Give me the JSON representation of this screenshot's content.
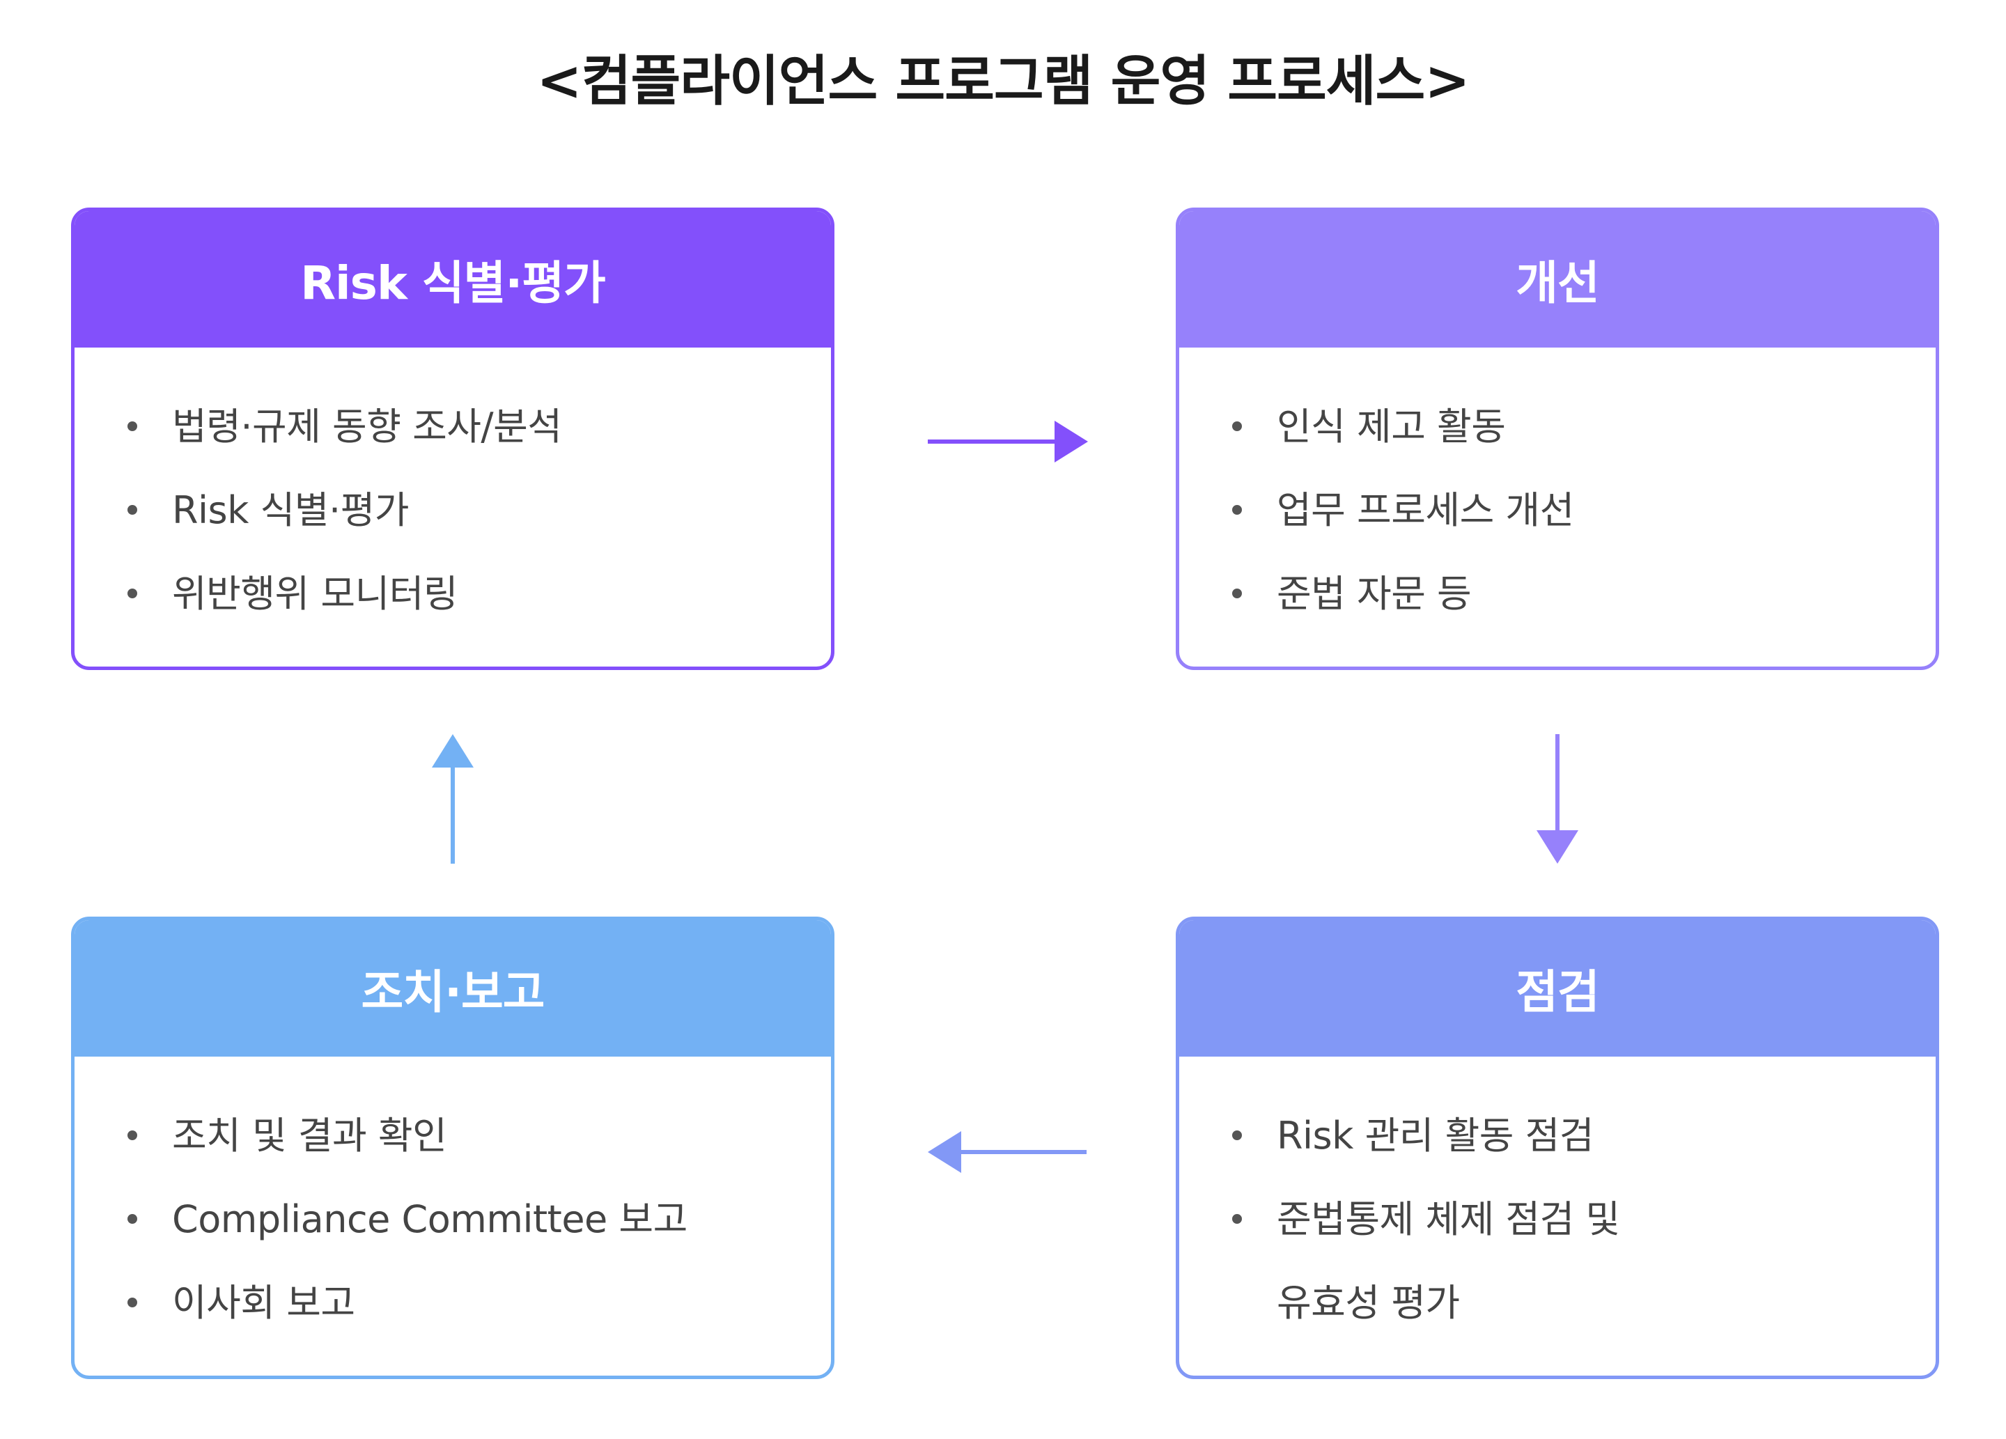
{
  "title": "<컴플라이언스 프로그램 운영 프로세스>",
  "colors": {
    "risk": "#8350fb",
    "improve": "#9681fb",
    "inspect": "#8298f6",
    "action": "#73b1f4"
  },
  "cards": {
    "risk": {
      "title": "Risk 식별·평가",
      "items": [
        "법령·규제 동향 조사/분석",
        "Risk 식별·평가",
        "위반행위 모니터링"
      ]
    },
    "improve": {
      "title": "개선",
      "items": [
        "인식 제고 활동",
        "업무 프로세스 개선",
        "준법 자문 등"
      ]
    },
    "inspect": {
      "title": "점검",
      "items": [
        "Risk 관리 활동 점검",
        "준법통제 체제 점검 및",
        "유효성 평가"
      ]
    },
    "action": {
      "title": "조치·보고",
      "items": [
        "조치 및 결과 확인",
        "Compliance Committee 보고",
        "이사회 보고"
      ]
    }
  }
}
